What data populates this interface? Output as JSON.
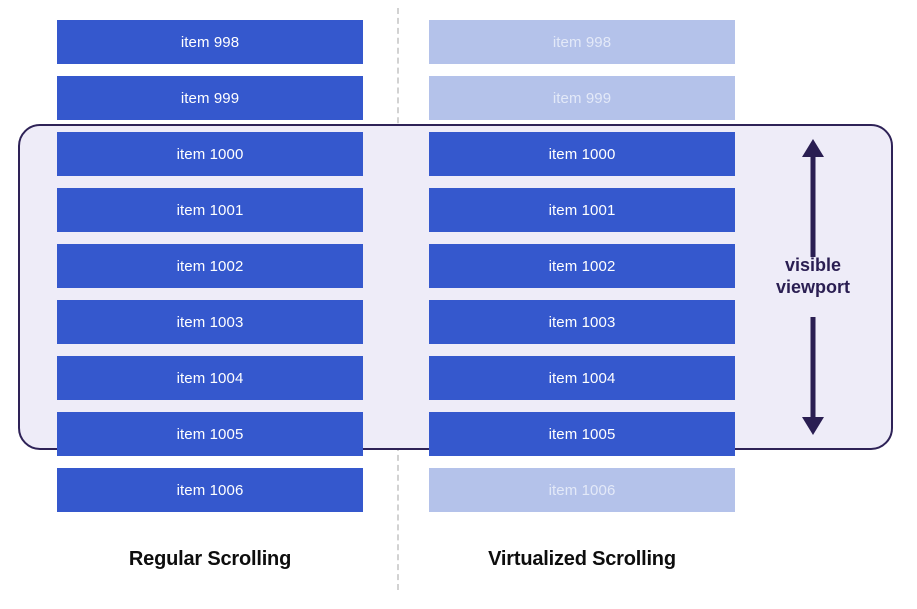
{
  "diagram": {
    "title_left": "Regular Scrolling",
    "title_right": "Virtualized Scrolling",
    "viewport_caption_line1": "visible",
    "viewport_caption_line2": "viewport",
    "colors": {
      "item_solid": "#3558cd",
      "item_faded": "#b4c2ea",
      "viewport_fill": "#eeecf8",
      "viewport_border": "#2e2257",
      "divider": "#d2d2d2",
      "caption_text": "#0d0d0d",
      "viewport_text": "#2a1e52",
      "item_text": "#ffffff"
    }
  },
  "columns": {
    "regular": {
      "label": "Regular Scrolling",
      "items": [
        {
          "label": "item 998",
          "rendered": true,
          "in_viewport": false
        },
        {
          "label": "item 999",
          "rendered": true,
          "in_viewport": false
        },
        {
          "label": "item 1000",
          "rendered": true,
          "in_viewport": true
        },
        {
          "label": "item 1001",
          "rendered": true,
          "in_viewport": true
        },
        {
          "label": "item 1002",
          "rendered": true,
          "in_viewport": true
        },
        {
          "label": "item 1003",
          "rendered": true,
          "in_viewport": true
        },
        {
          "label": "item 1004",
          "rendered": true,
          "in_viewport": true
        },
        {
          "label": "item 1005",
          "rendered": true,
          "in_viewport": true
        },
        {
          "label": "item 1006",
          "rendered": true,
          "in_viewport": false
        }
      ]
    },
    "virtualized": {
      "label": "Virtualized Scrolling",
      "items": [
        {
          "label": "item 998",
          "rendered": false,
          "in_viewport": false
        },
        {
          "label": "item 999",
          "rendered": false,
          "in_viewport": false
        },
        {
          "label": "item 1000",
          "rendered": true,
          "in_viewport": true
        },
        {
          "label": "item 1001",
          "rendered": true,
          "in_viewport": true
        },
        {
          "label": "item 1002",
          "rendered": true,
          "in_viewport": true
        },
        {
          "label": "item 1003",
          "rendered": true,
          "in_viewport": true
        },
        {
          "label": "item 1004",
          "rendered": true,
          "in_viewport": true
        },
        {
          "label": "item 1005",
          "rendered": true,
          "in_viewport": true
        },
        {
          "label": "item 1006",
          "rendered": false,
          "in_viewport": false
        }
      ]
    }
  }
}
